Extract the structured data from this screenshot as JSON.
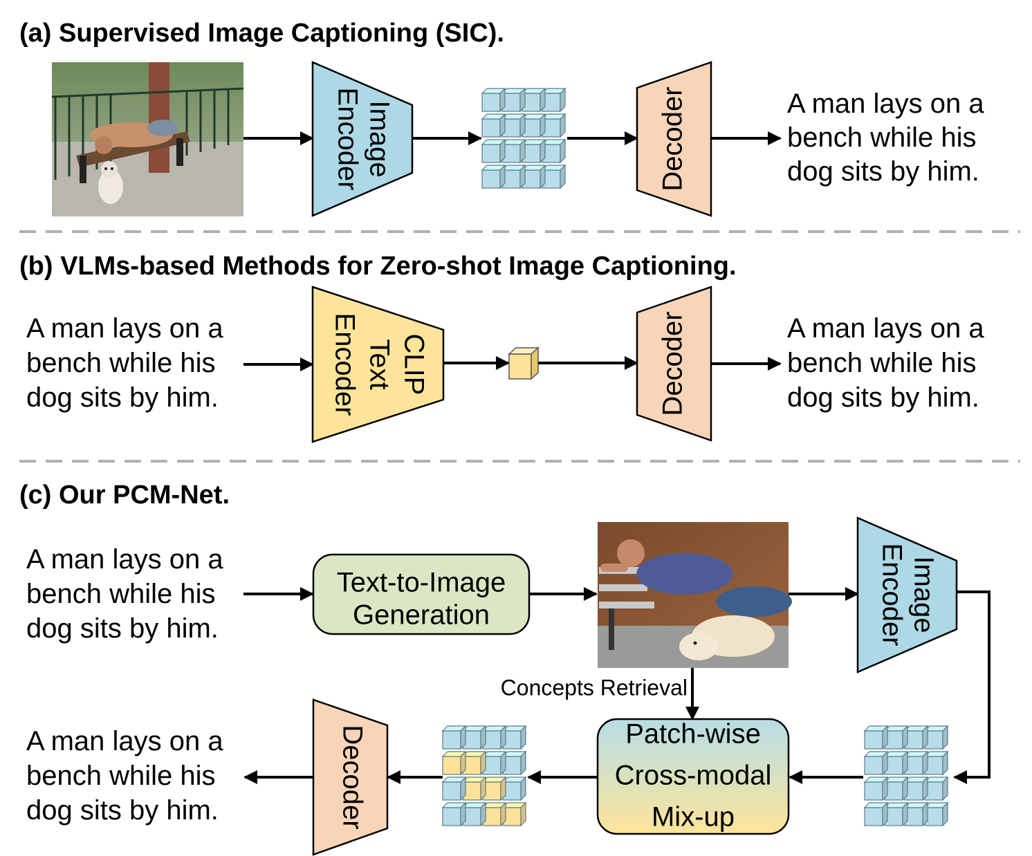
{
  "sections": {
    "a": {
      "title": "(a) Supervised Image Captioning (SIC)."
    },
    "b": {
      "title": "(b) VLMs-based Methods for Zero-shot Image Captioning."
    },
    "c": {
      "title": "(c) Our PCM-Net."
    }
  },
  "caption_lines": [
    "A man lays on a",
    "bench while his",
    "dog sits by him."
  ],
  "labels": {
    "image": "Image",
    "encoder": "Encoder",
    "decoder": "Decoder",
    "clip": "CLIP",
    "text": "Text",
    "t2i_line1": "Text-to-Image",
    "t2i_line2": "Generation",
    "concepts_retrieval": "Concepts Retrieval",
    "mix_line1": "Patch-wise",
    "mix_line2": "Cross-modal",
    "mix_line3": "Mix-up"
  },
  "colors": {
    "encoder_blue": "#add8e6",
    "decoder_peach": "#f8d5b8",
    "clip_yellow": "#fde49a",
    "t2i_green": "#dbe7c4",
    "cube_blue": "#b8dde8",
    "cube_yellow": "#fde29a",
    "divider": "#b0b0b0"
  }
}
